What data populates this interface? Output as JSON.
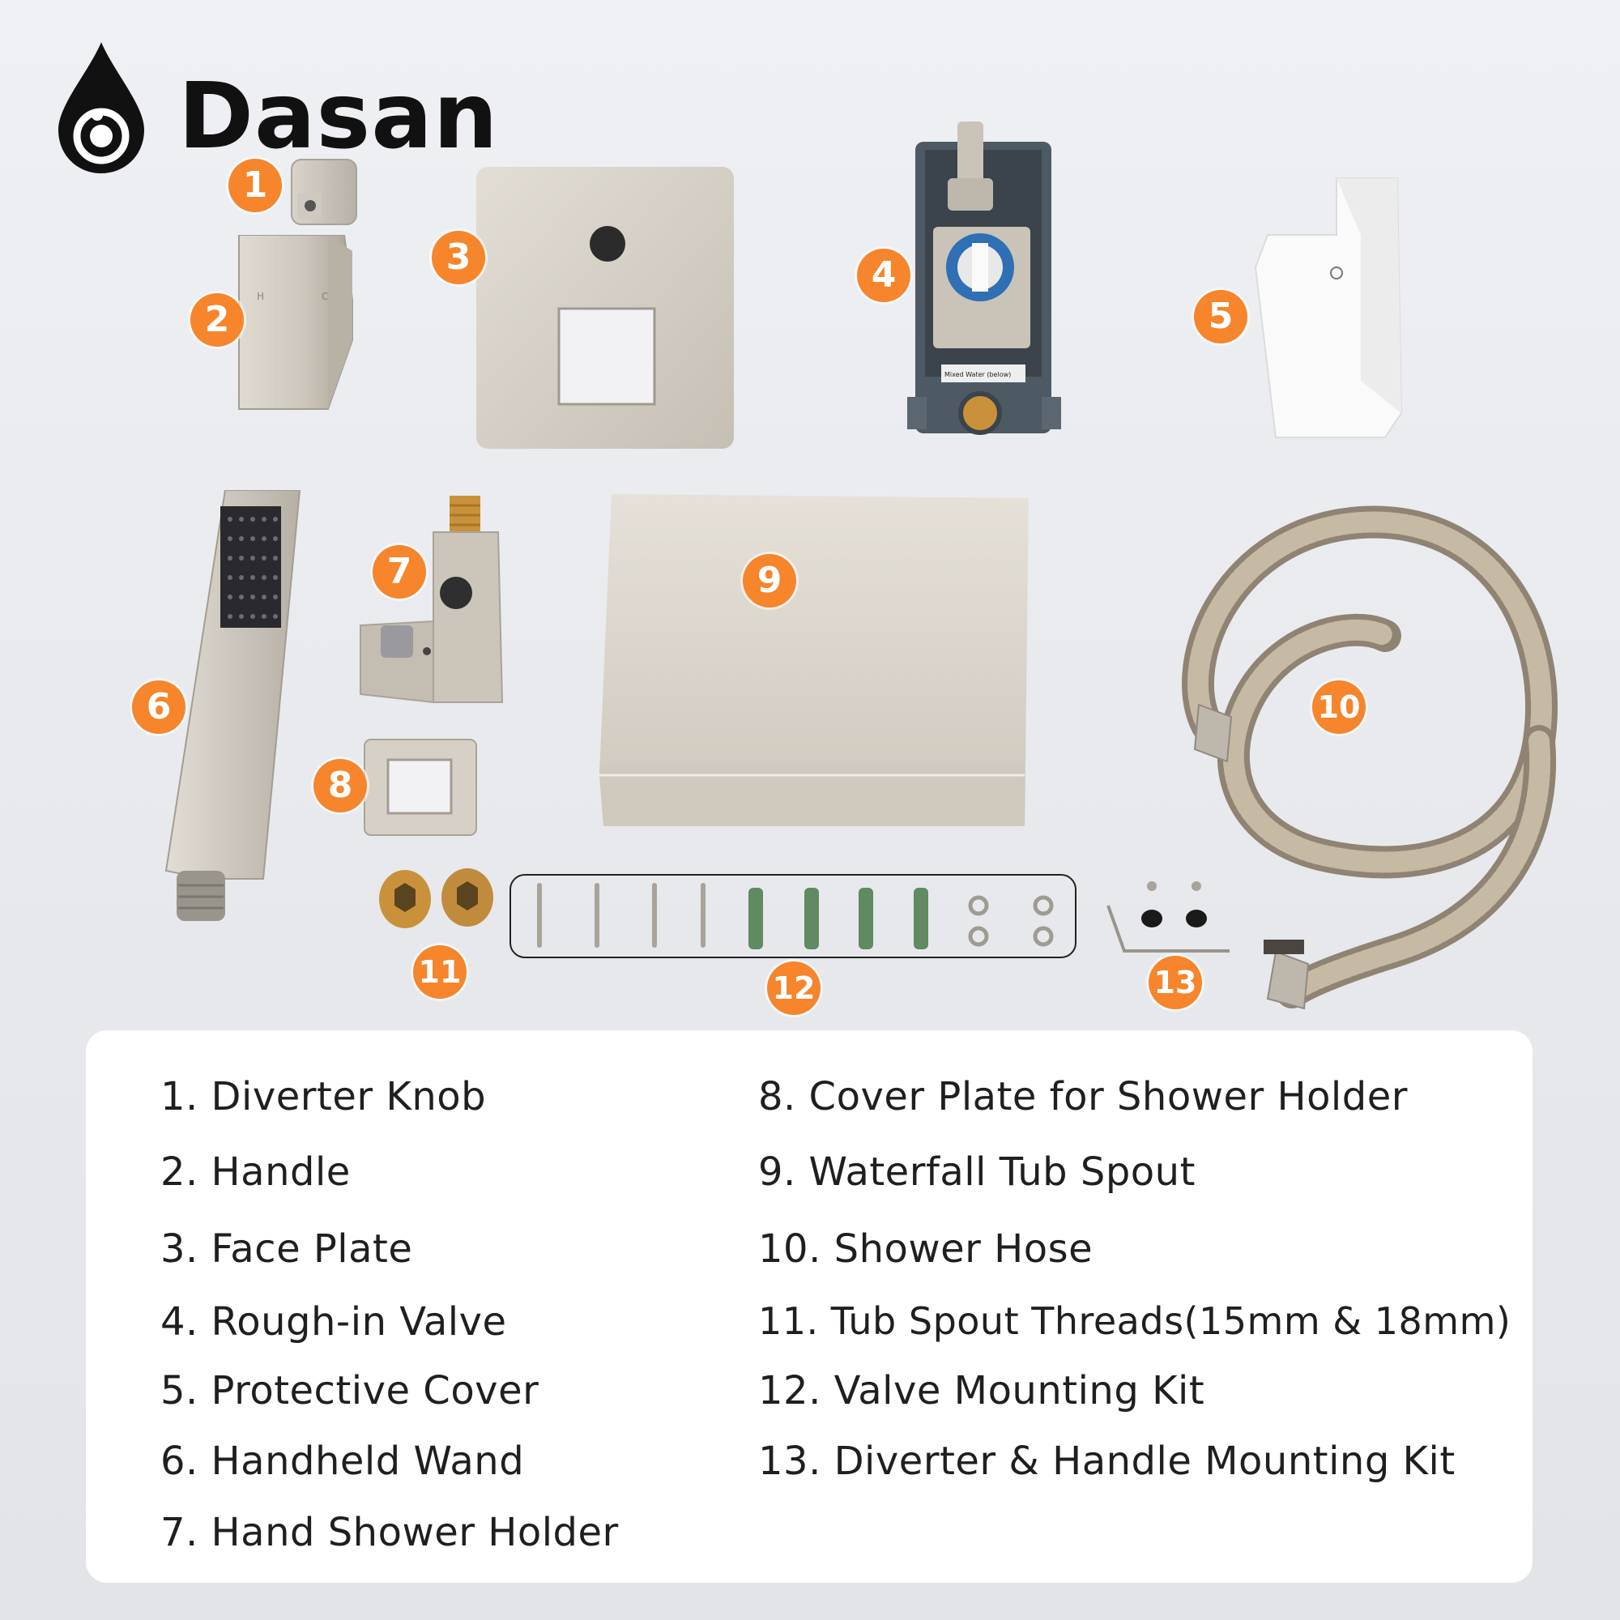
{
  "brand": {
    "name": "Dasan"
  },
  "callouts": [
    "1",
    "2",
    "3",
    "4",
    "5",
    "6",
    "7",
    "8",
    "9",
    "10",
    "11",
    "12",
    "13"
  ],
  "valve_label": "Mixed Water (below)",
  "handle_marks": {
    "hot": "H",
    "cold": "C"
  },
  "legend": {
    "left": [
      "1. Diverter Knob",
      "2. Handle",
      "3. Face Plate",
      "4. Rough-in Valve",
      "5. Protective Cover",
      "6. Handheld Wand",
      "7. Hand Shower Holder"
    ],
    "right": [
      "8. Cover Plate for Shower Holder",
      "9. Waterfall Tub Spout",
      "10. Shower Hose",
      "11. Tub Spout Threads(15mm & 18mm)",
      "12. Valve Mounting Kit",
      "13. Diverter & Handle Mounting Kit"
    ]
  },
  "colors": {
    "accent": "#f6852b",
    "metal": "#c9c3b8",
    "brass": "#c9923a",
    "valve_body": "#4e5a63"
  }
}
